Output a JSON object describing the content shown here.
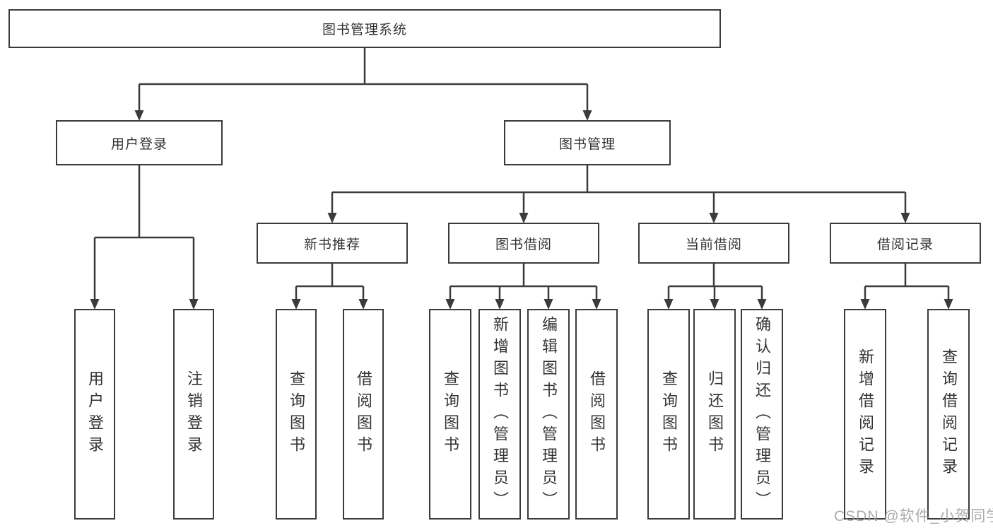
{
  "colors": {
    "line": "#3b3b3b",
    "box_border": "#3b3b3b",
    "text": "#333333",
    "background": "#ffffff",
    "watermark": "#9e9e9e"
  },
  "watermark": {
    "text": "CSDN @软件_小贺同学"
  },
  "nodes": {
    "root": {
      "label": "图书管理系统"
    },
    "user_login": {
      "label": "用户登录"
    },
    "book_mgmt": {
      "label": "图书管理"
    },
    "new_book_rec": {
      "label": "新书推荐"
    },
    "book_borrow": {
      "label": "图书借阅"
    },
    "current_borrow": {
      "label": "当前借阅"
    },
    "borrow_record": {
      "label": "借阅记录"
    },
    "leaf_user_login": {
      "label": "用户登录"
    },
    "leaf_logout": {
      "label": "注销登录"
    },
    "leaf_nb_query": {
      "label": "查询图书"
    },
    "leaf_nb_borrow": {
      "label": "借阅图书"
    },
    "leaf_bb_query": {
      "label": "查询图书"
    },
    "leaf_bb_add": {
      "label": "新增图书（管理员）"
    },
    "leaf_bb_edit": {
      "label": "编辑图书（管理员）"
    },
    "leaf_bb_borrow": {
      "label": "借阅图书"
    },
    "leaf_cb_query": {
      "label": "查询图书"
    },
    "leaf_cb_return": {
      "label": "归还图书"
    },
    "leaf_cb_confirm": {
      "label": "确认归还（管理员）"
    },
    "leaf_br_add": {
      "label": "新增借阅记录"
    },
    "leaf_br_query": {
      "label": "查询借阅记录"
    }
  },
  "edges": [
    [
      "root",
      "user_login"
    ],
    [
      "root",
      "book_mgmt"
    ],
    [
      "user_login",
      "leaf_user_login"
    ],
    [
      "user_login",
      "leaf_logout"
    ],
    [
      "book_mgmt",
      "new_book_rec"
    ],
    [
      "book_mgmt",
      "book_borrow"
    ],
    [
      "book_mgmt",
      "current_borrow"
    ],
    [
      "book_mgmt",
      "borrow_record"
    ],
    [
      "new_book_rec",
      "leaf_nb_query"
    ],
    [
      "new_book_rec",
      "leaf_nb_borrow"
    ],
    [
      "book_borrow",
      "leaf_bb_query"
    ],
    [
      "book_borrow",
      "leaf_bb_add"
    ],
    [
      "book_borrow",
      "leaf_bb_edit"
    ],
    [
      "book_borrow",
      "leaf_bb_borrow"
    ],
    [
      "current_borrow",
      "leaf_cb_query"
    ],
    [
      "current_borrow",
      "leaf_cb_return"
    ],
    [
      "current_borrow",
      "leaf_cb_confirm"
    ],
    [
      "borrow_record",
      "leaf_br_add"
    ],
    [
      "borrow_record",
      "leaf_br_query"
    ]
  ]
}
